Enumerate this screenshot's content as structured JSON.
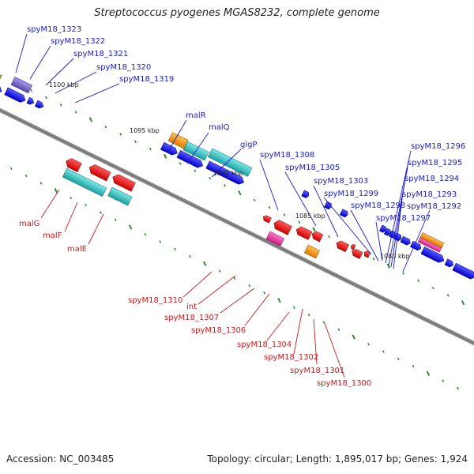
{
  "title": "Streptococcus pyogenes MGAS8232, complete genome",
  "footer": {
    "accession": "Accession: NC_003485",
    "summary": "Topology: circular; Length: 1,895,017 bp; Genes: 1,924"
  },
  "colors": {
    "backbone": "#8c8c8c",
    "tick": "#2e8b2e",
    "blue_feature": "#1a1aee",
    "cyan_feature": "#2ec4c4",
    "red_feature": "#ee1111",
    "orange_feature": "#ff9900",
    "magenta_feature": "#ee3aa0",
    "olive_feature": "#7a9a1e",
    "purple_feature": "#7a6acc",
    "label_top": "#1a1acc",
    "label_bottom": "#cc1a1a"
  },
  "scale_labels": [
    "1100 kbp",
    "1095 kbp",
    "1090 kbp",
    "1085 kbp",
    "1080 kbp"
  ],
  "top_labels": [
    "spyM18_1323",
    "spyM18_1322",
    "spyM18_1321",
    "spyM18_1320",
    "spyM18_1319",
    "malR",
    "malQ",
    "glgP",
    "spyM18_1308",
    "spyM18_1305",
    "spyM18_1303",
    "spyM18_1299",
    "spyM18_1298",
    "spyM18_1297",
    "spyM18_1296",
    "spyM18_1295",
    "spyM18_1294",
    "spyM18_1293",
    "spyM18_1292"
  ],
  "bottom_labels": [
    "malG",
    "malF",
    "malE",
    "spyM18_1310",
    "int",
    "spyM18_1307",
    "spyM18_1306",
    "spyM18_1304",
    "spyM18_1302",
    "spyM18_1301",
    "spyM18_1300"
  ]
}
